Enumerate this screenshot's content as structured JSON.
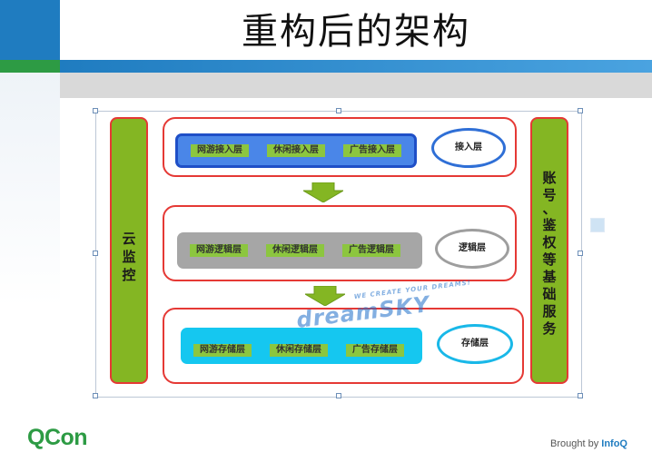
{
  "slide": {
    "title": "重构后的架构"
  },
  "diagram": {
    "left_column": {
      "label_chars": [
        "云",
        "监",
        "控"
      ]
    },
    "right_column": {
      "label_chars": [
        "账",
        "号",
        "、",
        "鉴",
        "权",
        "等",
        "基",
        "础",
        "服",
        "务"
      ]
    },
    "layers": [
      {
        "name": "接入层",
        "modules": [
          "网游接入层",
          "休闲接入层",
          "广告接入层"
        ],
        "bar_color": "#4a86e8",
        "bar_border": "#1f4fc7",
        "oval_border": "#2f6fd6"
      },
      {
        "name": "逻辑层",
        "modules": [
          "网游逻辑层",
          "休闲逻辑层",
          "广告逻辑层"
        ],
        "bar_color": "#a6a6a6",
        "bar_border": "#a6a6a6",
        "oval_border": "#9e9e9e"
      },
      {
        "name": "存储层",
        "modules": [
          "网游存储层",
          "休闲存储层",
          "广告存储层"
        ],
        "bar_color": "#15c7f0",
        "bar_border": "#15c7f0",
        "oval_border": "#19b8e8"
      }
    ],
    "arrow_color": "#84b623"
  },
  "watermark": {
    "small": "WE CREATE YOUR DREAMS!",
    "big": "dreamSKY"
  },
  "footer": {
    "logo": "QCon",
    "brought_by": "Brought by",
    "brand": "InfoQ"
  },
  "colors": {
    "header_blue": "#1f7cc0",
    "header_green": "#2d9b44",
    "layer_border": "#e53935",
    "column_fill": "#84b623"
  }
}
